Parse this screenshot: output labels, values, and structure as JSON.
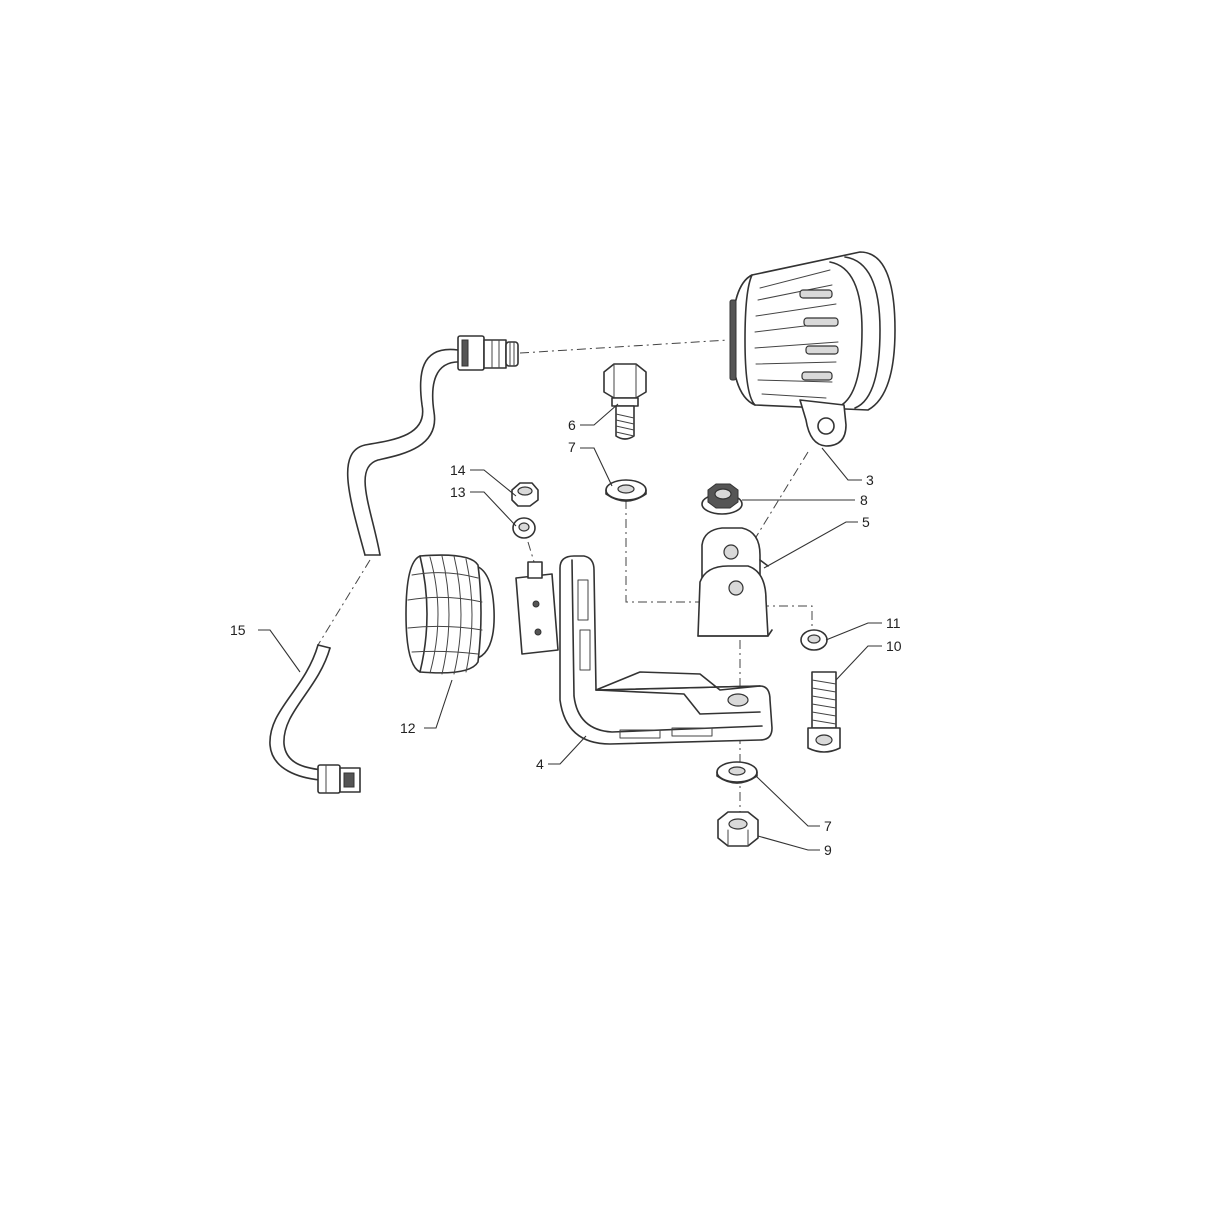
{
  "diagram": {
    "callouts": [
      {
        "id": "c3",
        "label": "3"
      },
      {
        "id": "c4",
        "label": "4"
      },
      {
        "id": "c5",
        "label": "5"
      },
      {
        "id": "c6",
        "label": "6"
      },
      {
        "id": "c7a",
        "label": "7"
      },
      {
        "id": "c7b",
        "label": "7"
      },
      {
        "id": "c8",
        "label": "8"
      },
      {
        "id": "c9",
        "label": "9"
      },
      {
        "id": "c10",
        "label": "10"
      },
      {
        "id": "c11",
        "label": "11"
      },
      {
        "id": "c12",
        "label": "12"
      },
      {
        "id": "c13",
        "label": "13"
      },
      {
        "id": "c14",
        "label": "14"
      },
      {
        "id": "c15",
        "label": "15"
      }
    ]
  }
}
